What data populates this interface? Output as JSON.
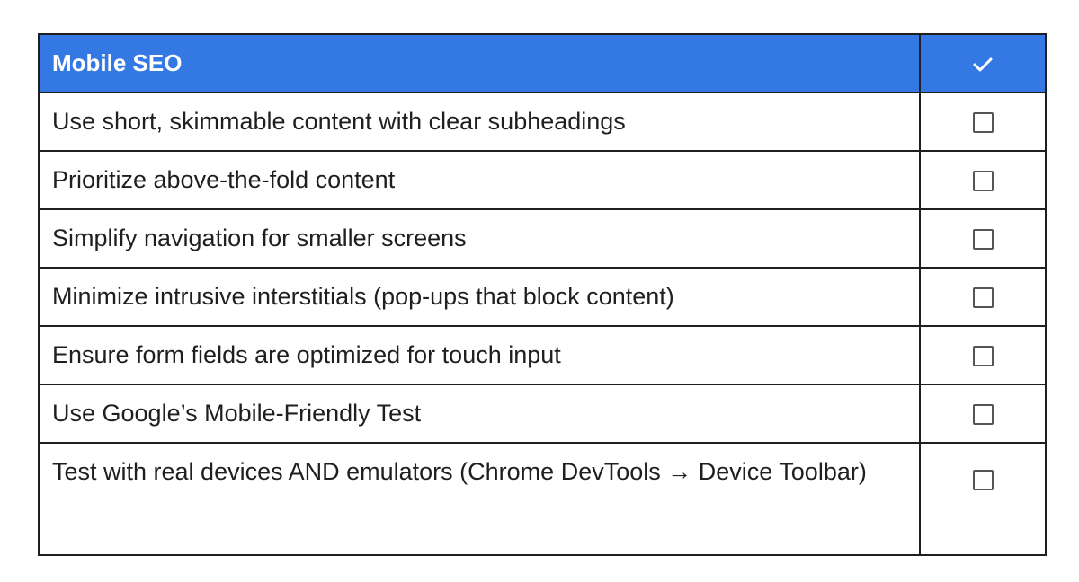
{
  "header": {
    "title": "Mobile SEO",
    "check_column_icon": "checkmark-icon",
    "background_color": "#3478e4",
    "text_color": "#ffffff"
  },
  "items": [
    {
      "label": "Use short, skimmable content with clear subheadings",
      "checked": false
    },
    {
      "label": "Prioritize above-the-fold content",
      "checked": false
    },
    {
      "label": "Simplify navigation for smaller screens",
      "checked": false
    },
    {
      "label": "Minimize intrusive interstitials (pop-ups that block content)",
      "checked": false
    },
    {
      "label": "Ensure form fields are optimized for touch input",
      "checked": false
    },
    {
      "label": "Use Google’s Mobile-Friendly Test",
      "checked": false
    },
    {
      "label": "Test with real devices AND emulators (Chrome DevTools → Device Toolbar)",
      "checked": false
    }
  ]
}
